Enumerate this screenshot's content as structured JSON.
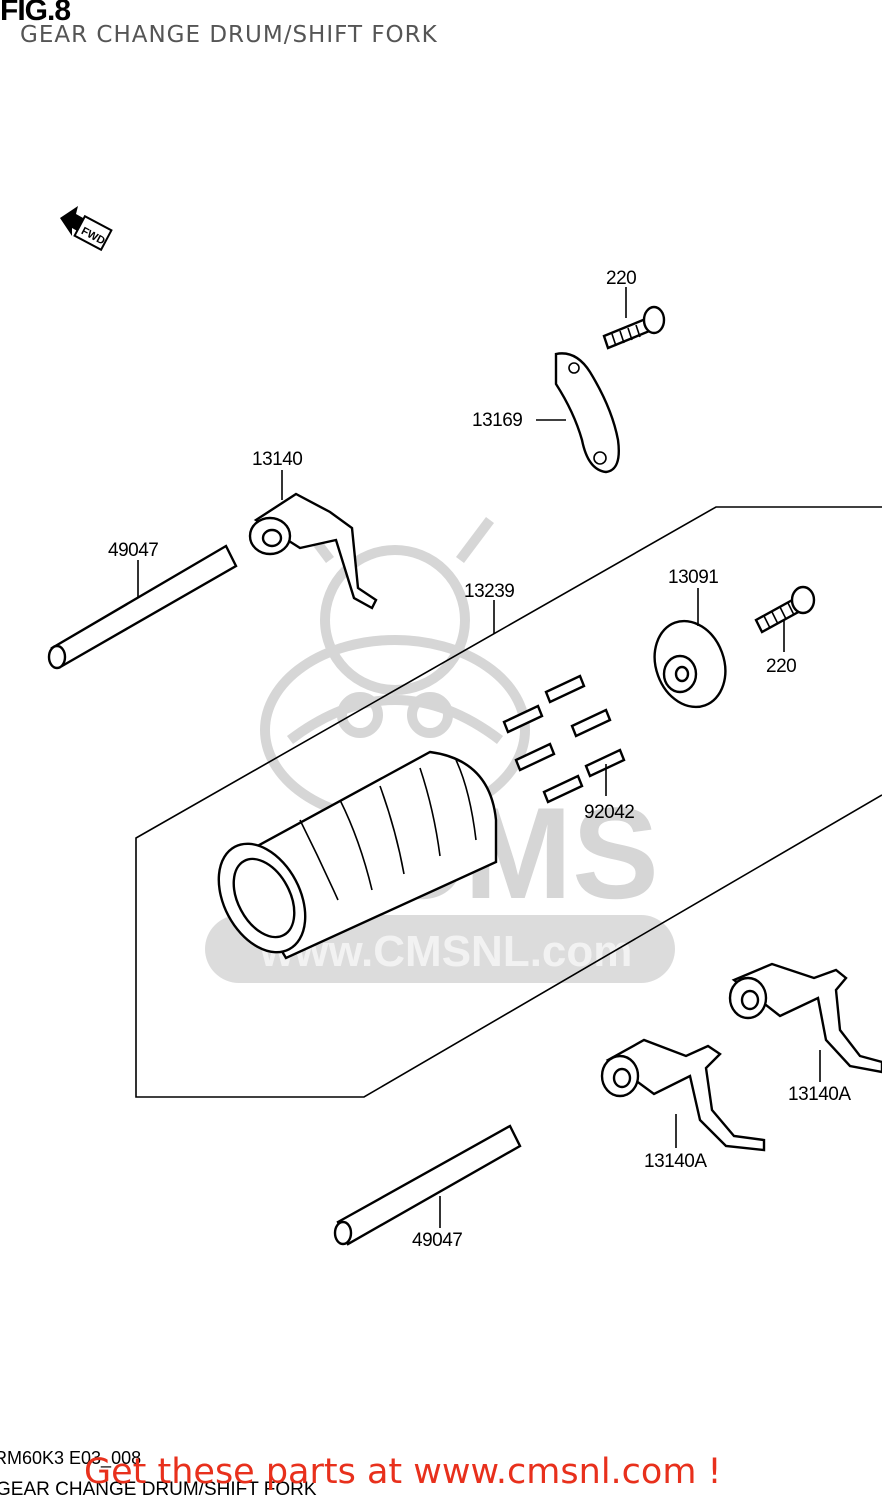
{
  "figure": {
    "number": "FIG.8",
    "title": "GEAR CHANGE DRUM/SHIFT FORK",
    "fwd_arrow_label": "FWD"
  },
  "watermark": {
    "text": "www.CMSNL.com",
    "logo_letters": "CMS"
  },
  "parts": [
    {
      "id": "bolt-top",
      "label": "220"
    },
    {
      "id": "stopper-plate",
      "label": "13169"
    },
    {
      "id": "shift-fork-upper",
      "label": "13140"
    },
    {
      "id": "fork-shaft-upper",
      "label": "49047"
    },
    {
      "id": "gear-change-drum",
      "label": "13239"
    },
    {
      "id": "cam-plate",
      "label": "13091"
    },
    {
      "id": "bolt-right",
      "label": "220"
    },
    {
      "id": "pins",
      "label": "92042"
    },
    {
      "id": "shift-fork-right",
      "label": "13140A"
    },
    {
      "id": "shift-fork-lower",
      "label": "13140A"
    },
    {
      "id": "fork-shaft-lower",
      "label": "49047"
    }
  ],
  "footer": {
    "code": "RM60K3 E03_008",
    "title": "GEAR CHANGE DRUM/SHIFT FORK",
    "cta": "Get these parts at www.cmsnl.com !"
  },
  "colors": {
    "cta": "#e8301c",
    "watermark": "#cccccc",
    "line": "#000000"
  }
}
